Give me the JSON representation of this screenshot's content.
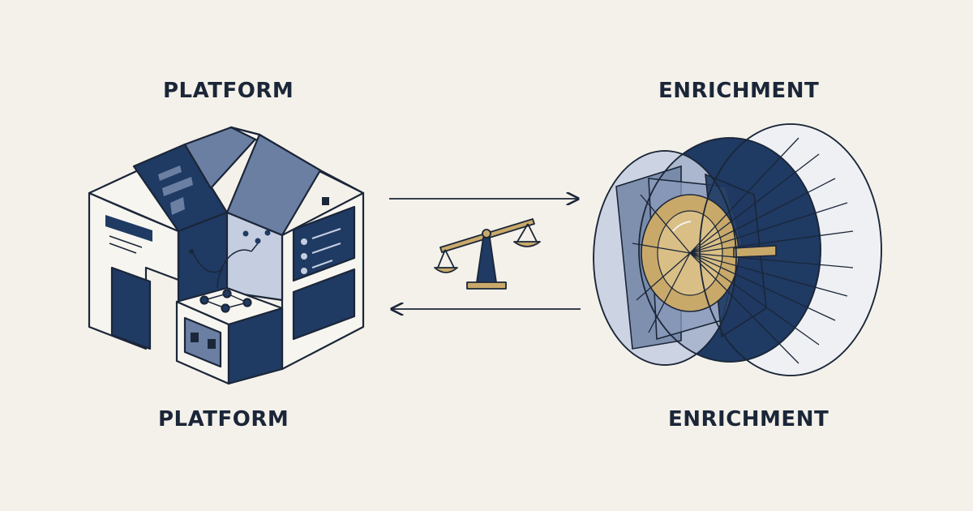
{
  "labels": {
    "platform_top": "PLATFORM",
    "platform_bottom": "PLATFORM",
    "enrichment_top": "ENRICHMENT",
    "enrichment_bottom": "ENRICHMENT"
  },
  "icons": {
    "left": "platform-building-icon",
    "center": "balance-scale-icon",
    "right": "enrichment-lens-icon"
  },
  "colors": {
    "background": "#f4f1ea",
    "navy": "#1f3a63",
    "slate": "#6b7fa3",
    "light_blue": "#c4cee0",
    "gold": "#c9a96a",
    "ink": "#1b2638"
  }
}
